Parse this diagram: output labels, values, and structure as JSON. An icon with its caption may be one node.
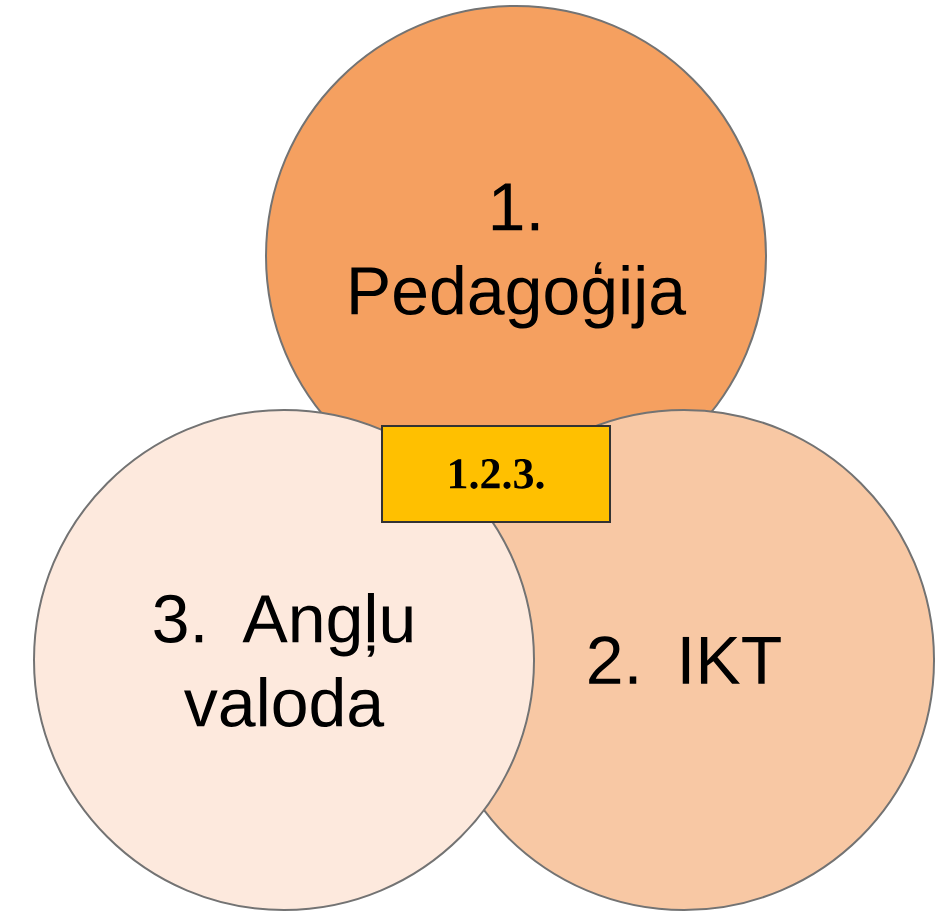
{
  "diagram": {
    "nodes": [
      {
        "text": [
          "1. Pedagoģija"
        ]
      },
      {
        "text": [
          "1.2.3."
        ]
      },
      {
        "text": [
          "3. Angļu valoda"
        ]
      },
      {
        "text": [
          "2. IKT"
        ]
      }
    ]
  }
}
